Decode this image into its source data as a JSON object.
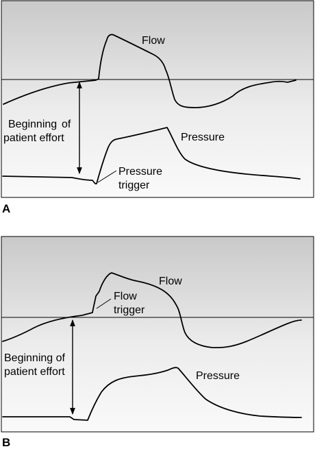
{
  "panels": [
    {
      "letter": "A",
      "labels": {
        "flow": "Flow",
        "pressure": "Pressure",
        "effort_line1": "Beginning",
        "effort_line2": "of",
        "effort_line3": "patient effort",
        "trigger_line1": "Pressure",
        "trigger_line2": "trigger"
      }
    },
    {
      "letter": "B",
      "labels": {
        "flow": "Flow",
        "pressure": "Pressure",
        "effort_line1": "Beginning of",
        "effort_line2": "patient effort",
        "trigger_line1": "Flow",
        "trigger_line2": "trigger"
      }
    }
  ],
  "colors": {
    "background_top": "#c9c9c9",
    "background_bottom": "#fafafa",
    "line": "#000000"
  }
}
